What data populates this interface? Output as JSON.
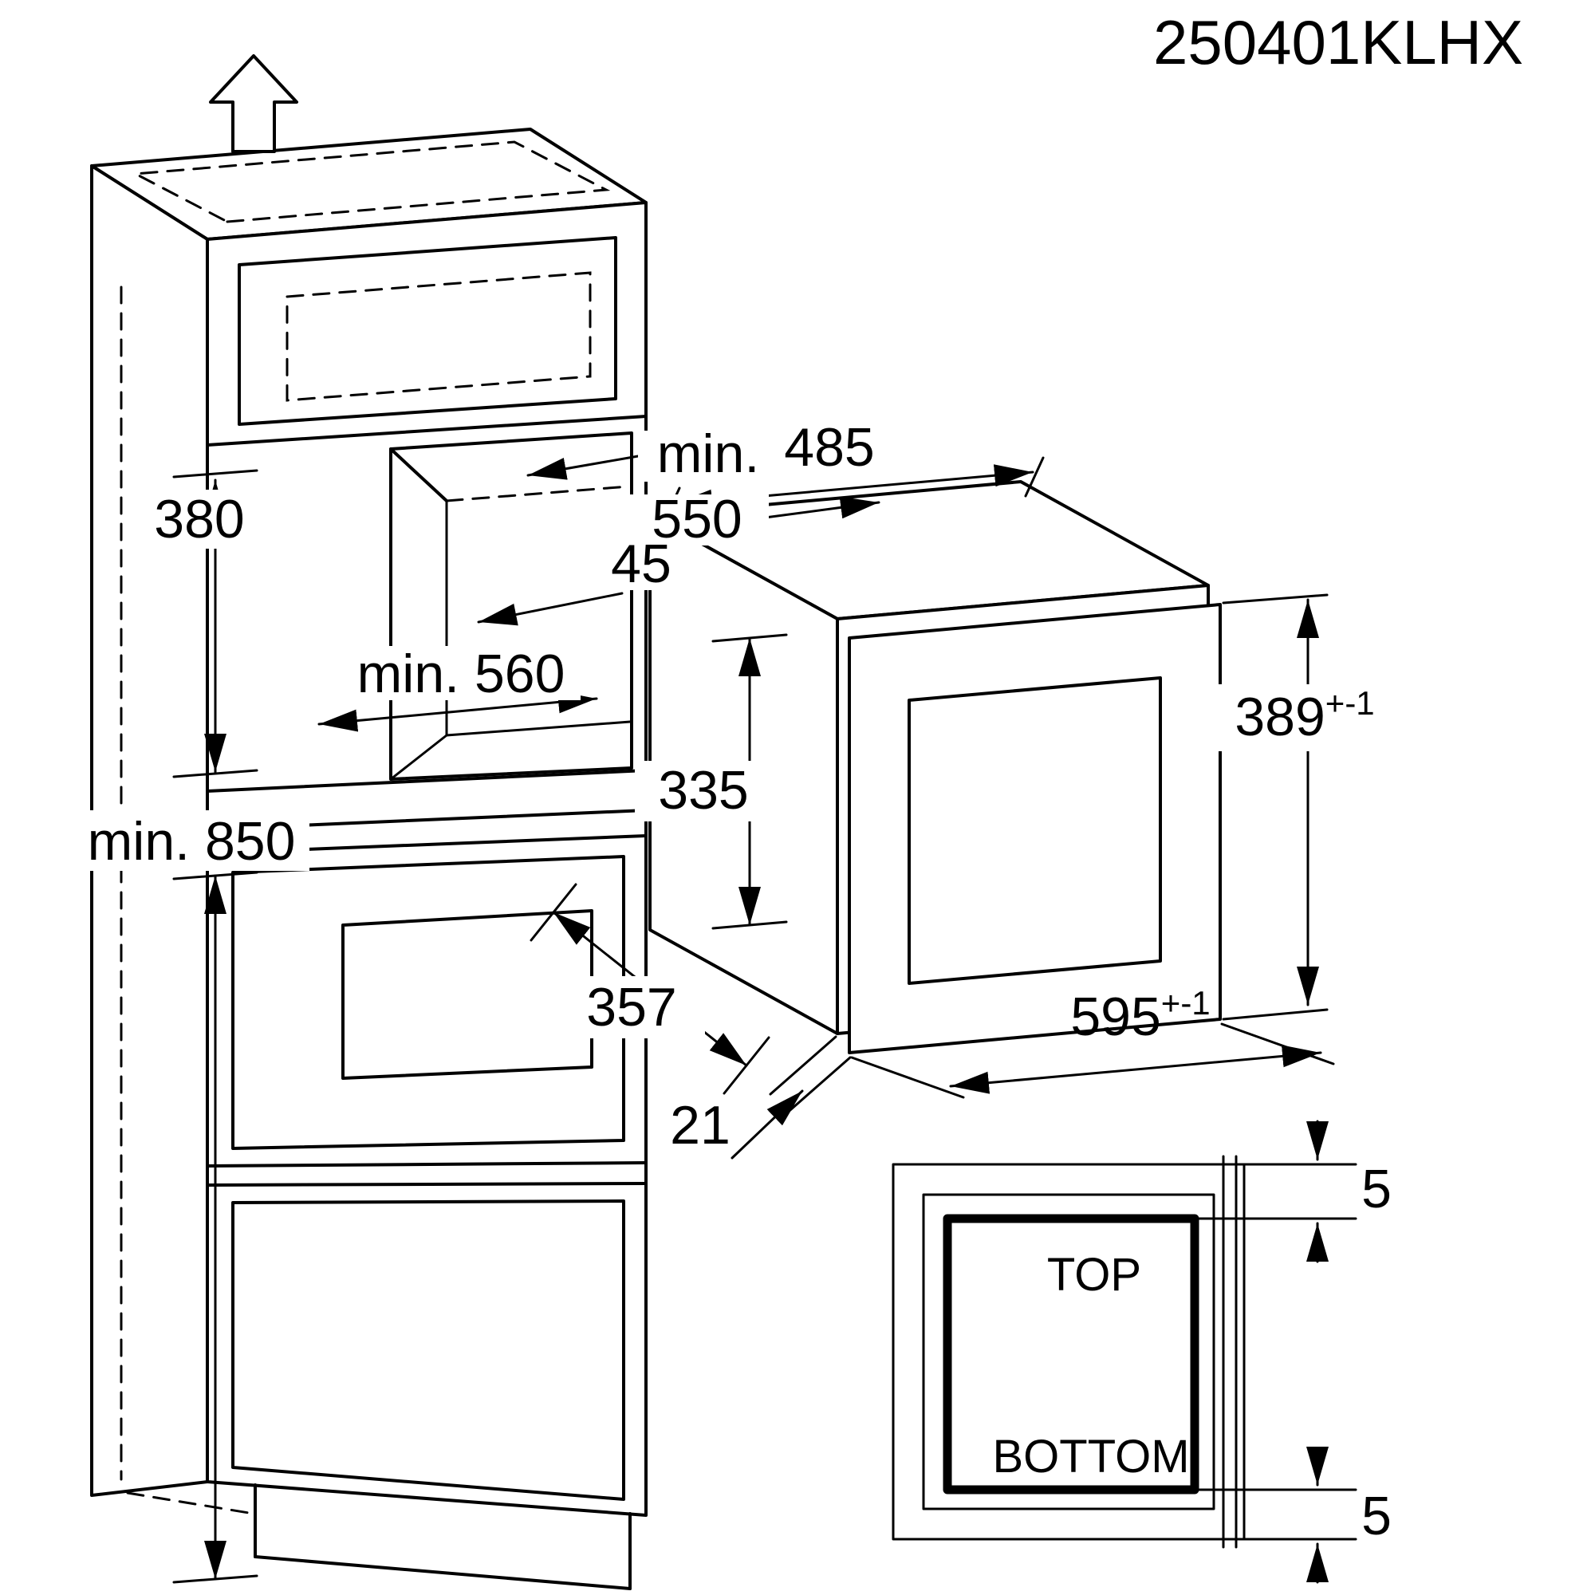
{
  "part_code": "250401KLHX",
  "cabinet": {
    "width_min": {
      "prefix": "min.",
      "value": "550"
    },
    "clearance": "45",
    "niche_height": "380",
    "depth_min": "min. 560",
    "height_min": "min. 850"
  },
  "appliance": {
    "depth": "485",
    "body_height": "335",
    "cutout_height": {
      "value": "389",
      "tolerance": "+-1"
    },
    "width": {
      "value": "595",
      "tolerance": "+-1"
    },
    "inner_depth": "357",
    "door_overlap": "21"
  },
  "detail": {
    "top_label": "TOP",
    "bottom_label": "BOTTOM",
    "gap_top": "5",
    "gap_bottom": "5"
  }
}
